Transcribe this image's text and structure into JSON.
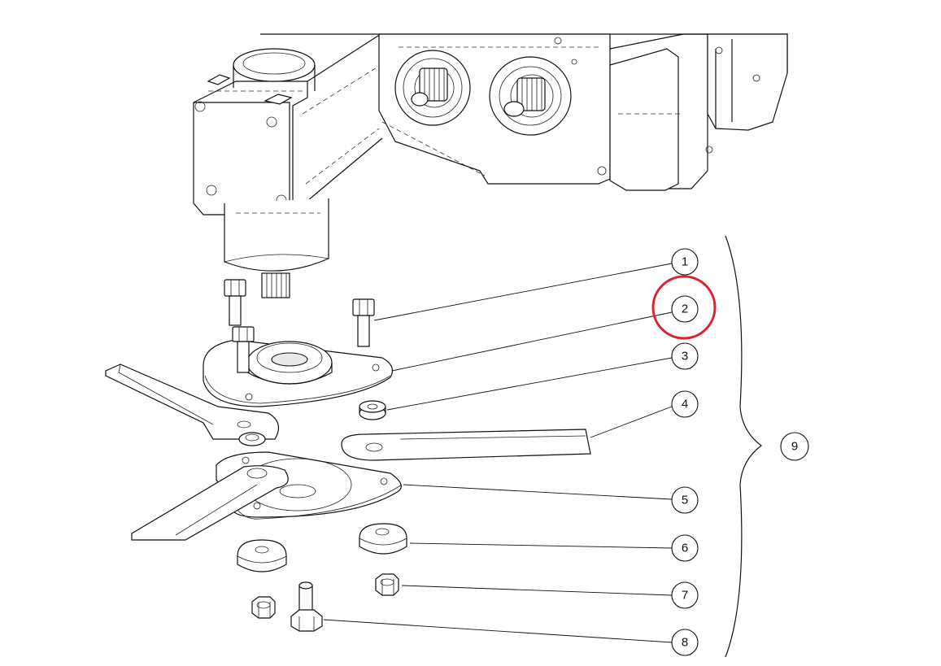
{
  "callouts": [
    {
      "id": "1",
      "label": "1"
    },
    {
      "id": "2",
      "label": "2"
    },
    {
      "id": "3",
      "label": "3"
    },
    {
      "id": "4",
      "label": "4"
    },
    {
      "id": "5",
      "label": "5"
    },
    {
      "id": "6",
      "label": "6"
    },
    {
      "id": "7",
      "label": "7"
    },
    {
      "id": "8",
      "label": "8"
    }
  ],
  "assembly": {
    "label": "9"
  },
  "highlight": {
    "target": "2",
    "color": "#d9252f"
  }
}
